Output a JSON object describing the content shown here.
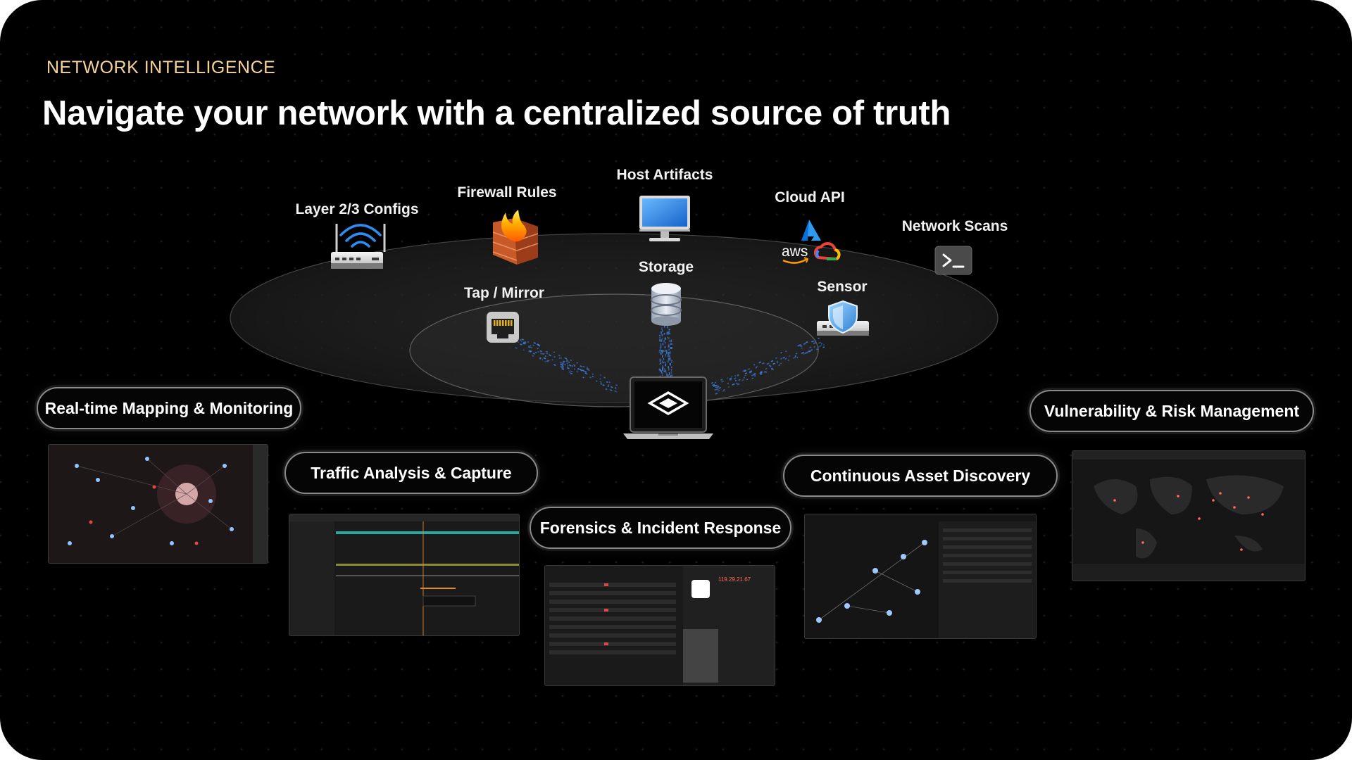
{
  "eyebrow": "NETWORK INTELLIGENCE",
  "headline": "Navigate your network with a centralized source of truth",
  "sources": {
    "layer_configs": "Layer 2/3 Configs",
    "firewall_rules": "Firewall Rules",
    "host_artifacts": "Host Artifacts",
    "cloud_api": "Cloud API",
    "network_scans": "Network Scans",
    "storage": "Storage",
    "tap_mirror": "Tap / Mirror",
    "sensor": "Sensor"
  },
  "cloud_logos": {
    "aws": "aws"
  },
  "features": {
    "mapping": "Real-time Mapping & Monitoring",
    "traffic": "Traffic Analysis & Capture",
    "forensics": "Forensics & Incident Response",
    "discovery": "Continuous Asset Discovery",
    "vulnerability": "Vulnerability & Risk Management"
  },
  "colors": {
    "accent": "#f6d39a",
    "background": "#000000",
    "data_stream": "#3d7bd9"
  },
  "icons": [
    "router-icon",
    "firewall-icon",
    "monitor-icon",
    "azure-icon",
    "aws-icon",
    "google-cloud-icon",
    "terminal-icon",
    "database-icon",
    "ethernet-port-icon",
    "shield-sensor-icon",
    "laptop-icon"
  ]
}
